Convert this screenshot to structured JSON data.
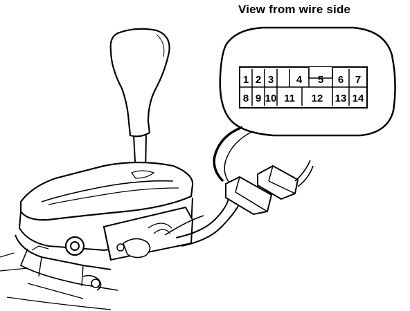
{
  "caption": "View from wire side",
  "connector": {
    "top_row": [
      "1",
      "2",
      "3",
      "4",
      "5",
      "6",
      "7"
    ],
    "bottom_row": [
      "8",
      "9",
      "10",
      "11",
      "12",
      "13",
      "14"
    ]
  }
}
